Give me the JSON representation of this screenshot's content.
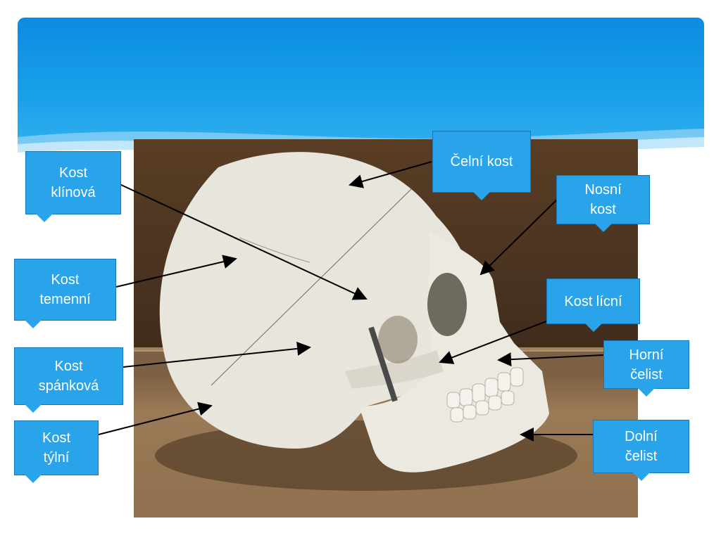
{
  "slide": {
    "title": "",
    "banner_color": "#0a8ce0",
    "callout_color": "#29a3ea",
    "labels": {
      "sphenoid": "Kost\nklínová",
      "parietal": "Kost\ntemenní",
      "temporal": "Kost\nspánková",
      "occipital": "Kost\ntýlní",
      "frontal": "Čelní kost",
      "nasal": "Nosní\nkost",
      "zygomatic": "Kost lícní",
      "maxilla": "Horní\nčelist",
      "mandible": "Dolní\nčelist"
    }
  }
}
